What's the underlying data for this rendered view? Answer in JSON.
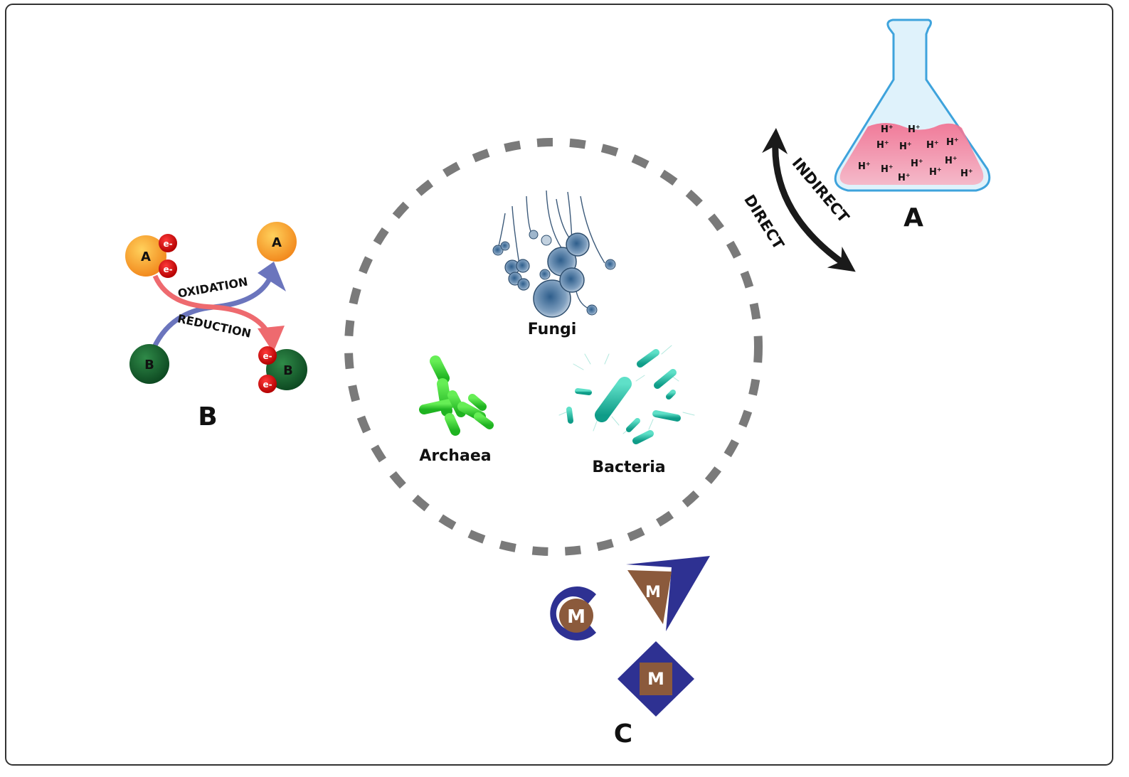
{
  "panels": {
    "a": {
      "label": "A"
    },
    "b": {
      "label": "B"
    },
    "c": {
      "label": "C"
    }
  },
  "flask": {
    "ion_label": "H",
    "ion_charge": "+"
  },
  "pathway": {
    "indirect_label": "INDIRECT",
    "direct_label": "DIRECT"
  },
  "redox": {
    "species_a": "A",
    "species_b": "B",
    "electron": "e-",
    "oxidation_label": "OXIDATION",
    "reduction_label": "REDUCTION"
  },
  "microbes": {
    "fungi": "Fungi",
    "archaea": "Archaea",
    "bacteria": "Bacteria"
  },
  "mediators": {
    "label": "M"
  },
  "colors": {
    "frame": "#333333",
    "circle_dash": "#7a7a7a",
    "flask_glass": "#dff2fb",
    "flask_outline": "#3ea3dc",
    "flask_liquid": "#ee8aa3",
    "arrow_dark": "#1a1a1a",
    "species_a": "#f59e2a",
    "species_b": "#1d6b33",
    "electron": "#cc1111",
    "oxidation_arrow": "#6b75bd",
    "reduction_arrow": "#ee6a6f",
    "fungi": "#5f87ad",
    "archaea": "#33cc33",
    "bacteria": "#21b9a6",
    "mediator_navy": "#2e3192",
    "mediator_brown": "#8b5a3c"
  }
}
